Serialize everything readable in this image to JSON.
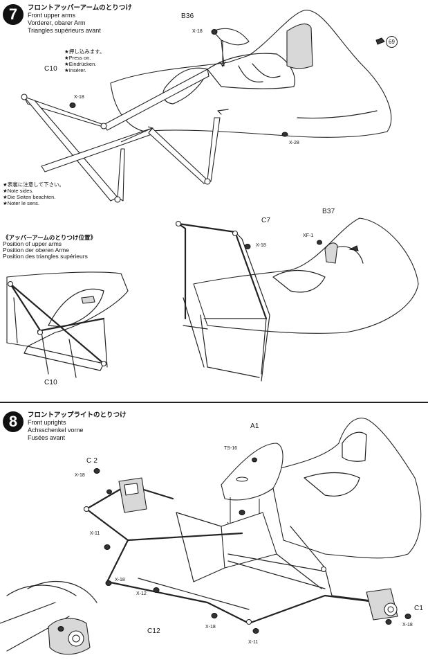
{
  "step7": {
    "number": "7",
    "title_jp": "フロントアッパーアームのとりつけ",
    "title_en": "Front upper arms",
    "title_de": "Vorderer, obarer Arm",
    "title_fr": "Triangles supérieurs avant",
    "press_note": [
      "★押し込みます。",
      "★Press on.",
      "★Eindrücken.",
      "★Insérer."
    ],
    "sides_note": [
      "★表裏に注意して下さい。",
      "★Note sides.",
      "★Die Seiten beachten.",
      "★Noter le sens."
    ],
    "position_title_jp": "《アッパーアームのとりつけ位置》",
    "position_en": "Position of upper arms",
    "position_de": "Position der oberen Arme",
    "position_fr": "Position des triangles supérieurs",
    "labels": {
      "b36": "B36",
      "x18_b36": "X-18",
      "ref69": "69",
      "c10_top": "C10",
      "x18_c10": "X-18",
      "x28": "X-28",
      "c7": "C7",
      "x18_c7": "X-18",
      "b37": "B37",
      "xf1": "XF-1",
      "c10_bottom": "C10"
    }
  },
  "step8": {
    "number": "8",
    "title_jp": "フロントアップライトのとりつけ",
    "title_en": "Front uprights",
    "title_de": "Achsschenkel vorne",
    "title_fr": "Fusées avant",
    "labels": {
      "a1": "A1",
      "ts16": "TS-16",
      "c2": "C 2",
      "x18_c2": "X-18",
      "x11_left": "X-11",
      "x18_mid": "X-18",
      "x12": "X-12",
      "c12": "C12",
      "x18_bottom": "X-18",
      "x11_bottom": "X-11",
      "c1": "C1",
      "x18_c1": "X-18"
    }
  }
}
